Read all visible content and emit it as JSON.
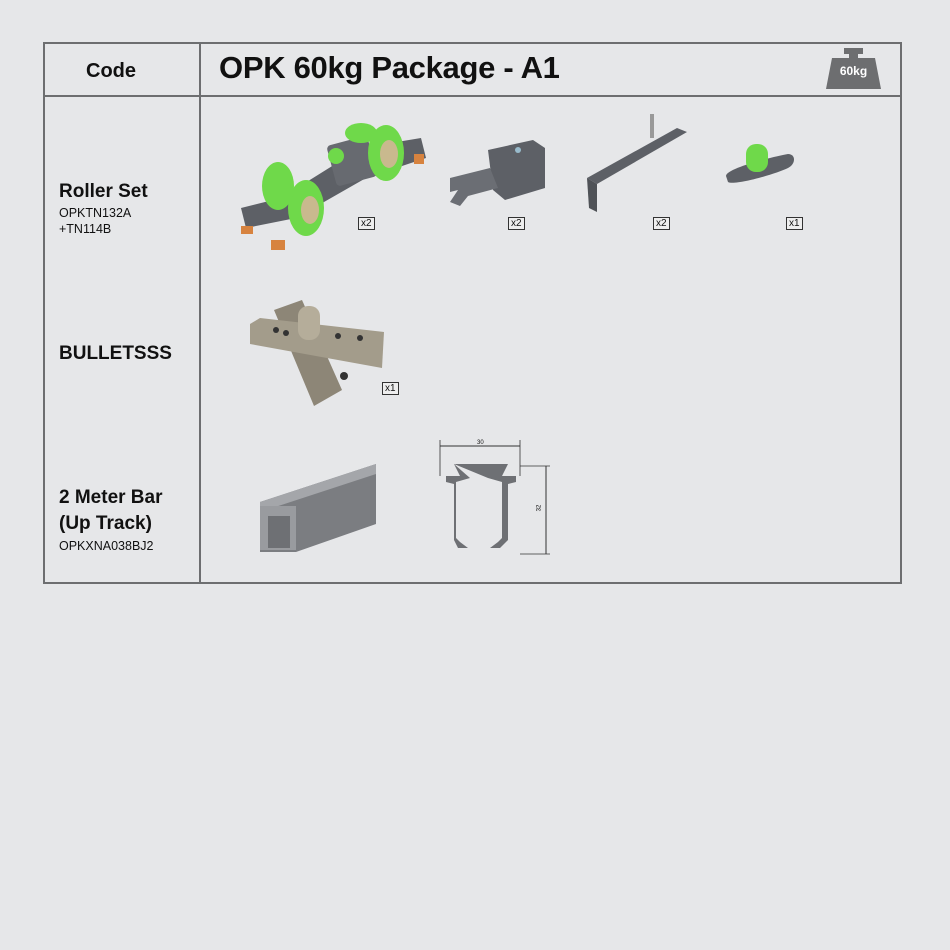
{
  "header": {
    "code_label": "Code",
    "title": "OPK 60kg Package - A1",
    "weight_badge": "60kg",
    "weight_icon": "weight-icon"
  },
  "rows": [
    {
      "title": "Roller Set",
      "codes": [
        "OPKTN132A",
        "+TN114B"
      ],
      "items": [
        {
          "name": "roller-carriage",
          "qty": "x2"
        },
        {
          "name": "stopper-clip",
          "qty": "x2"
        },
        {
          "name": "mounting-bracket",
          "qty": "x2"
        },
        {
          "name": "floor-guide",
          "qty": "x1"
        }
      ]
    },
    {
      "title": "BULLETSSS",
      "codes": [],
      "items": [
        {
          "name": "pivot-hinge",
          "qty": "x1"
        }
      ]
    },
    {
      "title_lines": [
        "2 Meter Bar",
        "(Up Track)"
      ],
      "codes": [
        "OPKXNA038BJ2"
      ],
      "drawing": {
        "width": "30",
        "height": "32"
      }
    }
  ],
  "colors": {
    "accent_green": "#6fd94a",
    "border": "#6d6e70",
    "background": "#e6e7e9"
  }
}
